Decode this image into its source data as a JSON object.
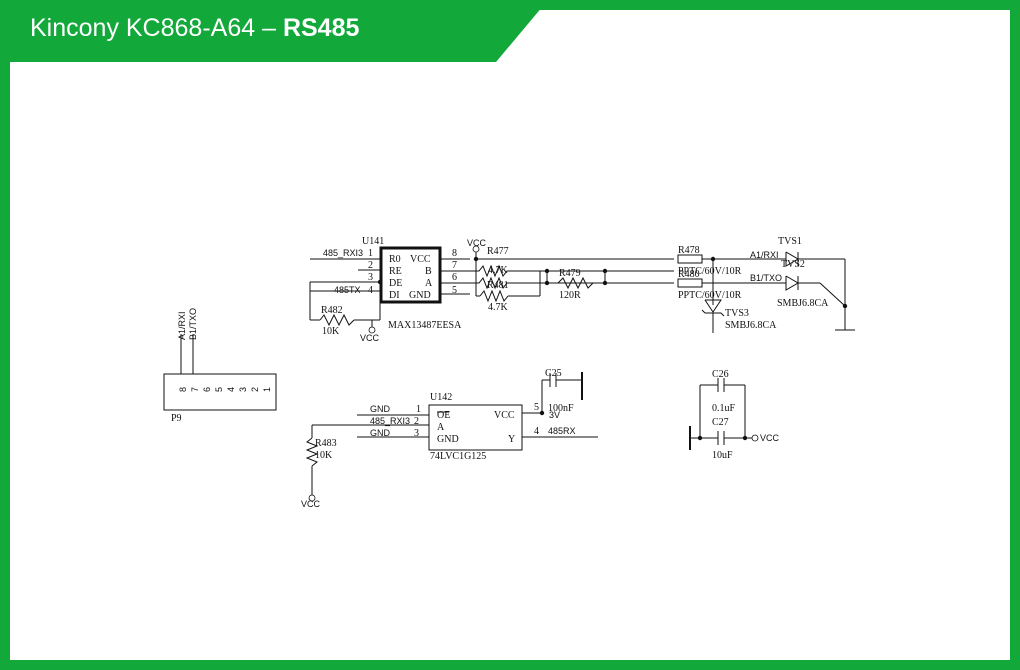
{
  "header": {
    "title_prefix": "Kincony KC868-A64 – ",
    "title_bold": "RS485"
  },
  "colors": {
    "accent": "#12a83a",
    "wire": "#111111"
  },
  "u141": {
    "ref": "U141",
    "part": "MAX13487EESA",
    "left_pins": [
      {
        "num": "1",
        "name": "R0",
        "net": "485_RXI3"
      },
      {
        "num": "2",
        "name": "RE",
        "net": ""
      },
      {
        "num": "3",
        "name": "DE",
        "net": ""
      },
      {
        "num": "4",
        "name": "DI",
        "net": "485TX"
      }
    ],
    "right_pins": [
      {
        "num": "8",
        "name": "VCC"
      },
      {
        "num": "7",
        "name": "B"
      },
      {
        "num": "6",
        "name": "A"
      },
      {
        "num": "5",
        "name": "GND"
      }
    ]
  },
  "parts": {
    "r477": {
      "ref": "R477",
      "val": "4.7K"
    },
    "r479": {
      "ref": "R479",
      "val": "120R"
    },
    "r481": {
      "ref": "R481",
      "val": "4.7K"
    },
    "r482": {
      "ref": "R482",
      "val": "10K"
    },
    "r478": {
      "ref": "R478",
      "val": "PPTC/60V/10R"
    },
    "r480": {
      "ref": "R480",
      "val": "PPTC/60V/10R"
    },
    "tvs1": {
      "ref": "TVS1"
    },
    "tvs2": {
      "ref": "TVS2",
      "val": "SMBJ6.8CA"
    },
    "tvs3": {
      "ref": "TVS3",
      "val": "SMBJ6.8CA"
    },
    "c25": {
      "ref": "C25",
      "val": "100nF"
    },
    "c26": {
      "ref": "C26",
      "val": "0.1uF"
    },
    "c27": {
      "ref": "C27",
      "val": "10uF"
    },
    "r483": {
      "ref": "R483",
      "val": "10K"
    }
  },
  "nets": {
    "vcc": "VCC",
    "gnd": "GND",
    "a1_rxi": "A1/RXI",
    "b1_txo": "B1/TXO",
    "rx_in": "485_RXI3",
    "rx_out": "485RX",
    "v3": "3V"
  },
  "u142": {
    "ref": "U142",
    "part": "74LVC1G125",
    "left_pins": [
      {
        "num": "1",
        "name": "OE"
      },
      {
        "num": "2",
        "name": "A"
      },
      {
        "num": "3",
        "name": "GND"
      }
    ],
    "right_pins": [
      {
        "num": "5",
        "name": "VCC"
      },
      {
        "num": "4",
        "name": "Y"
      }
    ]
  },
  "p9": {
    "ref": "P9",
    "pins": [
      "8",
      "7",
      "6",
      "5",
      "4",
      "3",
      "2",
      "1"
    ],
    "pin8_net": "A1/RXI",
    "pin7_net": "B1/TXO"
  }
}
